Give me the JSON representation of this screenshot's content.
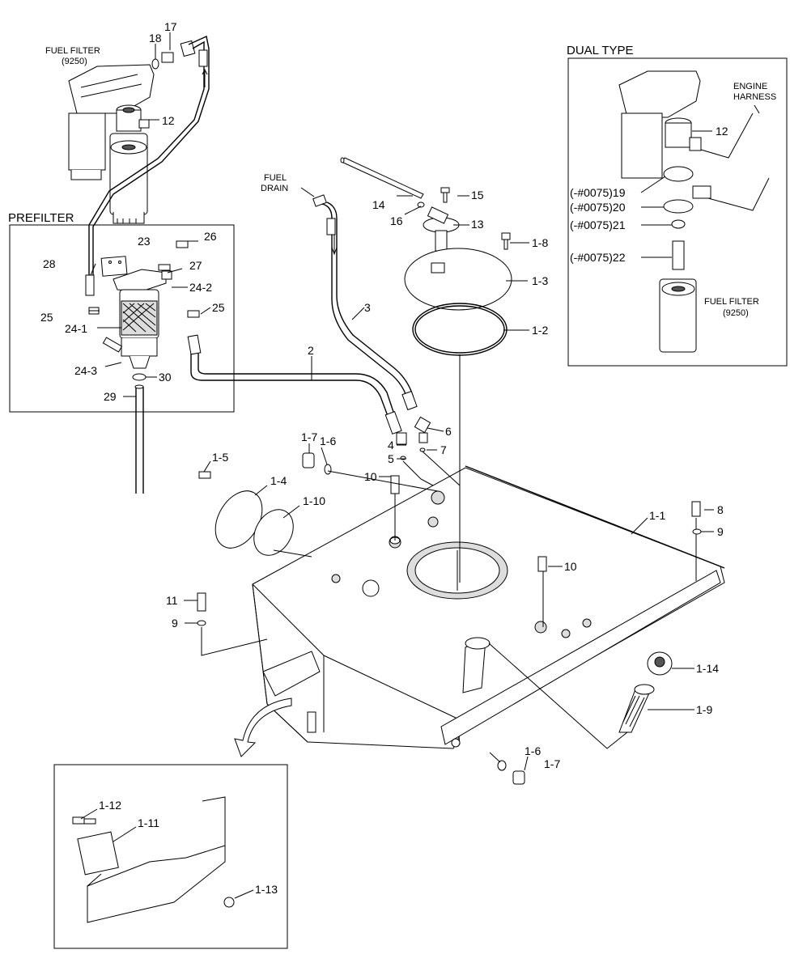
{
  "texts": {
    "fuel_filter_left": "FUEL FILTER",
    "fuel_filter_left_code": "(9250)",
    "prefilter": "PREFILTER",
    "dual_type": "DUAL TYPE",
    "engine": "ENGINE",
    "harness": "HARNESS",
    "fuel_filter_right": "FUEL FILTER",
    "fuel_filter_right_code": "(9250)",
    "fuel": "FUEL",
    "drain": "DRAIN"
  },
  "labels": {
    "p17": "17",
    "p18": "18",
    "p12a": "12",
    "p23": "23",
    "p26": "26",
    "p28": "28",
    "p27": "27",
    "p24_2": "24-2",
    "p25a": "25",
    "p25b": "25",
    "p24_1": "24-1",
    "p24_3": "24-3",
    "p30": "30",
    "p29": "29",
    "p2": "2",
    "p3": "3",
    "p14": "14",
    "p15": "15",
    "p16": "16",
    "p13": "13",
    "p1_8": "1-8",
    "p1_3": "1-3",
    "p1_2": "1-2",
    "p6": "6",
    "p4": "4",
    "p7": "7",
    "p5": "5",
    "p1_7a": "1-7",
    "p1_6a": "1-6",
    "p10a": "10",
    "p1_5": "1-5",
    "p1_4": "1-4",
    "p1_10": "1-10",
    "p1_1": "1-1",
    "p8": "8",
    "p9a": "9",
    "p10b": "10",
    "p11": "11",
    "p9b": "9",
    "p1_14": "1-14",
    "p1_9": "1-9",
    "p1_6b": "1-6",
    "p1_7b": "1-7",
    "p1_12": "1-12",
    "p1_11": "1-11",
    "p1_13": "1-13",
    "p12b": "12",
    "p19": "(-#0075)19",
    "p20": "(-#0075)20",
    "p21": "(-#0075)21",
    "p22": "(-#0075)22"
  }
}
